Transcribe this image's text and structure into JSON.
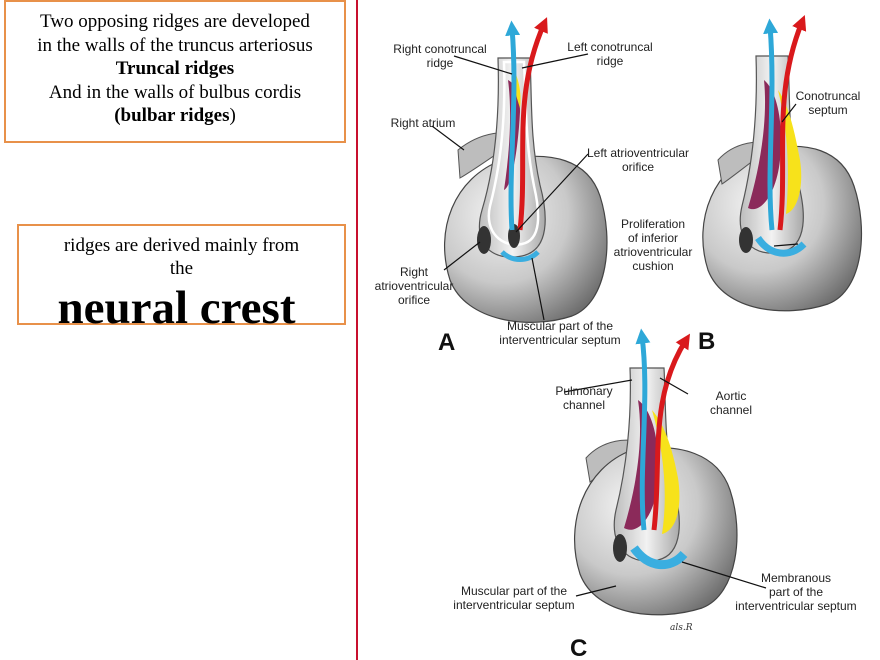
{
  "text": {
    "box1": {
      "line1": "Two opposing ridges are developed",
      "line2": "in the walls of the truncus arteriosus",
      "line3": "Truncal ridges",
      "line4": "And in the walls of bulbus cordis",
      "line5_open": "(",
      "line5_bold": "bulbar ridges",
      "line5_close": ")"
    },
    "box2": {
      "line1": "ridges are derived mainly from",
      "line2": "the",
      "big": "neural crest"
    }
  },
  "figure": {
    "labels": {
      "a_rct": [
        "Right conotruncal",
        "ridge"
      ],
      "a_lct": [
        "Left conotruncal",
        "ridge"
      ],
      "a_ra": [
        "Right atrium"
      ],
      "a_lavo": [
        "Left atrioventricular",
        "orifice"
      ],
      "a_ravo": [
        "Right",
        "atrioventricular",
        "orifice"
      ],
      "a_mpivs": [
        "Muscular part of the",
        "interventricular septum"
      ],
      "b_cts": [
        "Conotruncal",
        "septum"
      ],
      "b_pro": [
        "Proliferation",
        "of inferior",
        "atrioventricular",
        "cushion"
      ],
      "c_pc": [
        "Pulmonary",
        "channel"
      ],
      "c_ac": [
        "Aortic",
        "channel"
      ],
      "c_mpivs": [
        "Muscular part of the",
        "interventricular septum"
      ],
      "c_mem": [
        "Membranous",
        "part of the",
        "interventricular septum"
      ]
    },
    "plates": {
      "a": "A",
      "b": "B",
      "c": "C"
    },
    "signature": "als.R",
    "colors": {
      "ridge_left": "#8b2a5a",
      "ridge_right": "#f7e21b",
      "pulmonary_arrow": "#2ea8d8",
      "aortic_arrow": "#d9191c",
      "cushion": "#3aaee0",
      "heart_shell": "#c9c9c9"
    }
  }
}
